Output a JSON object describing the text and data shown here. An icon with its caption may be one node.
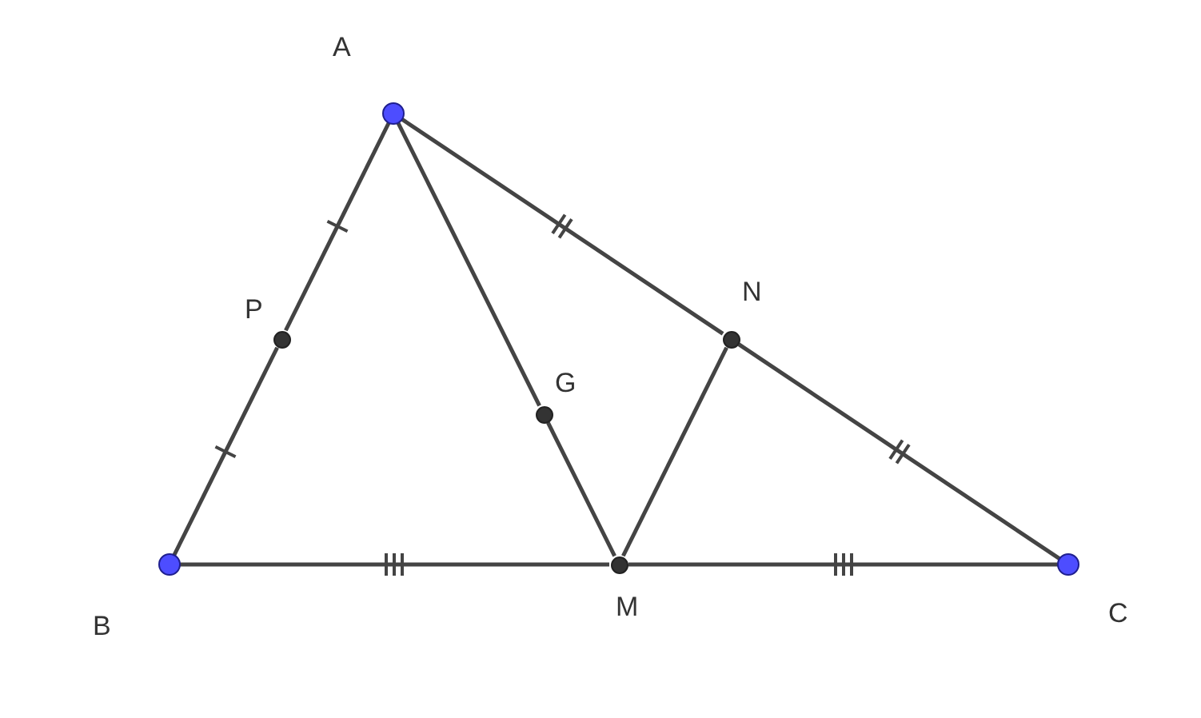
{
  "diagram": {
    "nodes": [
      {
        "text": [],
        "shape": "circle",
        "beside": [
          "A"
        ]
      },
      {
        "text": [],
        "shape": "circle",
        "beside": [
          "B"
        ]
      },
      {
        "text": [],
        "shape": "circle",
        "beside": [
          "C"
        ]
      },
      {
        "text": [],
        "shape": "circle",
        "beside": [
          "P"
        ]
      },
      {
        "text": [],
        "shape": "circle",
        "beside": [
          "N"
        ]
      },
      {
        "text": [],
        "shape": "circle",
        "beside": [
          "G"
        ]
      },
      {
        "text": [],
        "shape": "circle",
        "beside": [
          "M"
        ]
      }
    ],
    "edges": [
      {
        "from": 0,
        "to": 3,
        "arrow": "none"
      },
      {
        "from": 3,
        "to": 1,
        "arrow": "none"
      },
      {
        "from": 0,
        "to": 4,
        "arrow": "none"
      },
      {
        "from": 4,
        "to": 2,
        "arrow": "none"
      },
      {
        "from": 1,
        "to": 6,
        "arrow": "none"
      },
      {
        "from": 6,
        "to": 2,
        "arrow": "none"
      },
      {
        "from": 0,
        "to": 5,
        "arrow": "none"
      },
      {
        "from": 5,
        "to": 6,
        "arrow": "none"
      },
      {
        "from": 6,
        "to": 4,
        "arrow": "none"
      }
    ]
  }
}
